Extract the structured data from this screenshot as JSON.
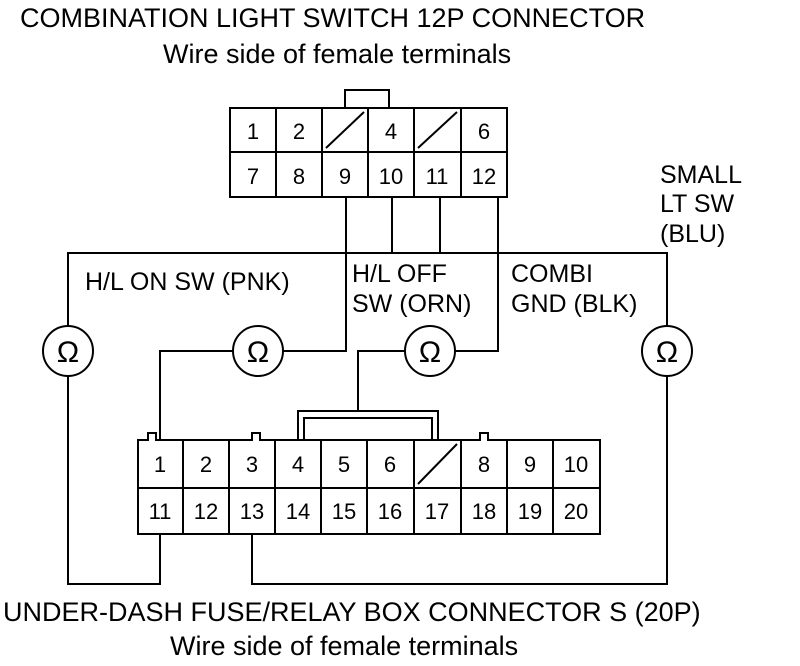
{
  "top_connector": {
    "title": "COMBINATION LIGHT SWITCH 12P CONNECTOR",
    "subtitle": "Wire side of female terminals",
    "pins_row1": [
      "1",
      "2",
      "",
      "4",
      "",
      "6"
    ],
    "pins_row2": [
      "7",
      "8",
      "9",
      "10",
      "11",
      "12"
    ]
  },
  "bottom_connector": {
    "title": "UNDER-DASH FUSE/RELAY BOX CONNECTOR S (20P)",
    "subtitle": "Wire side of female terminals",
    "pins_row1": [
      "1",
      "2",
      "3",
      "4",
      "5",
      "6",
      "",
      "8",
      "9",
      "10"
    ],
    "pins_row2": [
      "11",
      "12",
      "13",
      "14",
      "15",
      "16",
      "17",
      "18",
      "19",
      "20"
    ]
  },
  "labels": {
    "small_lt_sw": [
      "SMALL",
      "LT SW",
      "(BLU)"
    ],
    "hl_on_sw": "H/L ON SW (PNK)",
    "hl_off_sw": [
      "H/L OFF",
      "SW (ORN)"
    ],
    "combi_gnd": [
      "COMBI",
      "GND (BLK)"
    ]
  },
  "ohmmeter_symbol": "Ω",
  "ohmmeter_icon": "ohmmeter-icon"
}
